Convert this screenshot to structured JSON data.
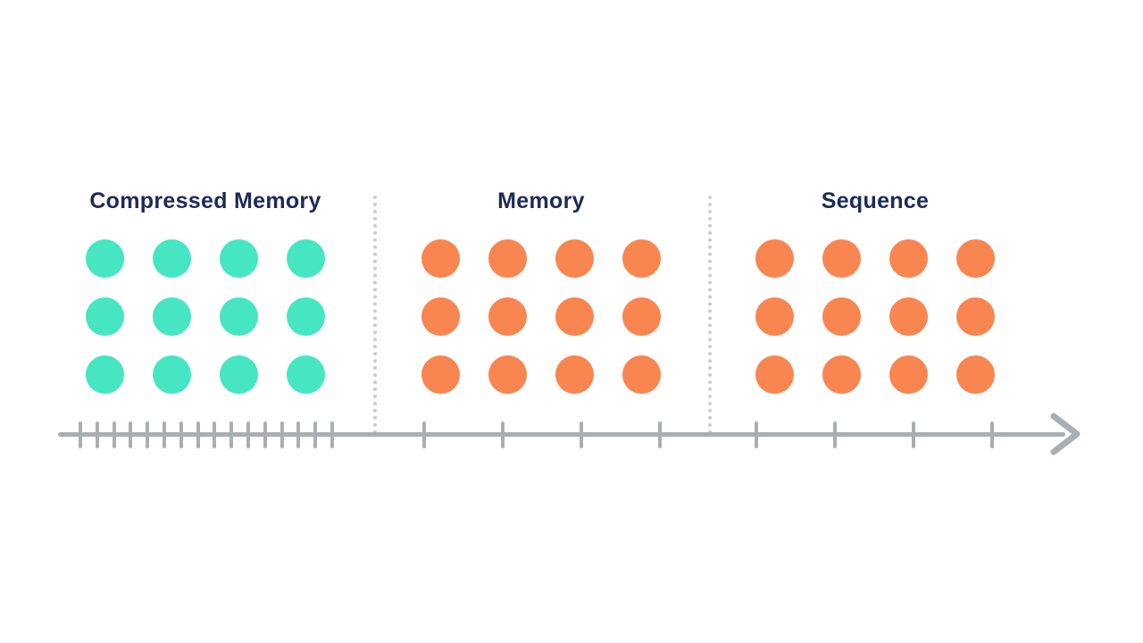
{
  "sections": [
    {
      "id": "compressed-memory",
      "label": "Compressed Memory",
      "dot_color": "#45e6c1",
      "rows": 3,
      "cols": 4
    },
    {
      "id": "memory",
      "label": "Memory",
      "dot_color": "#f98550",
      "rows": 3,
      "cols": 4
    },
    {
      "id": "sequence",
      "label": "Sequence",
      "dot_color": "#f98550",
      "rows": 3,
      "cols": 4
    }
  ],
  "separators": {
    "style": "dotted",
    "color": "#c9cdd1",
    "count": 2
  },
  "axis": {
    "color": "#a9aeb2",
    "dense_tick_count": 16,
    "memory_tick_count": 4,
    "sequence_tick_count": 4,
    "arrow_direction": "right"
  },
  "colors": {
    "title_text": "#1e2a58",
    "compressed_dot": "#45e6c1",
    "memory_dot": "#f98550",
    "axis_gray": "#a9aeb2",
    "separator_gray": "#c9cdd1",
    "background": "#ffffff"
  }
}
